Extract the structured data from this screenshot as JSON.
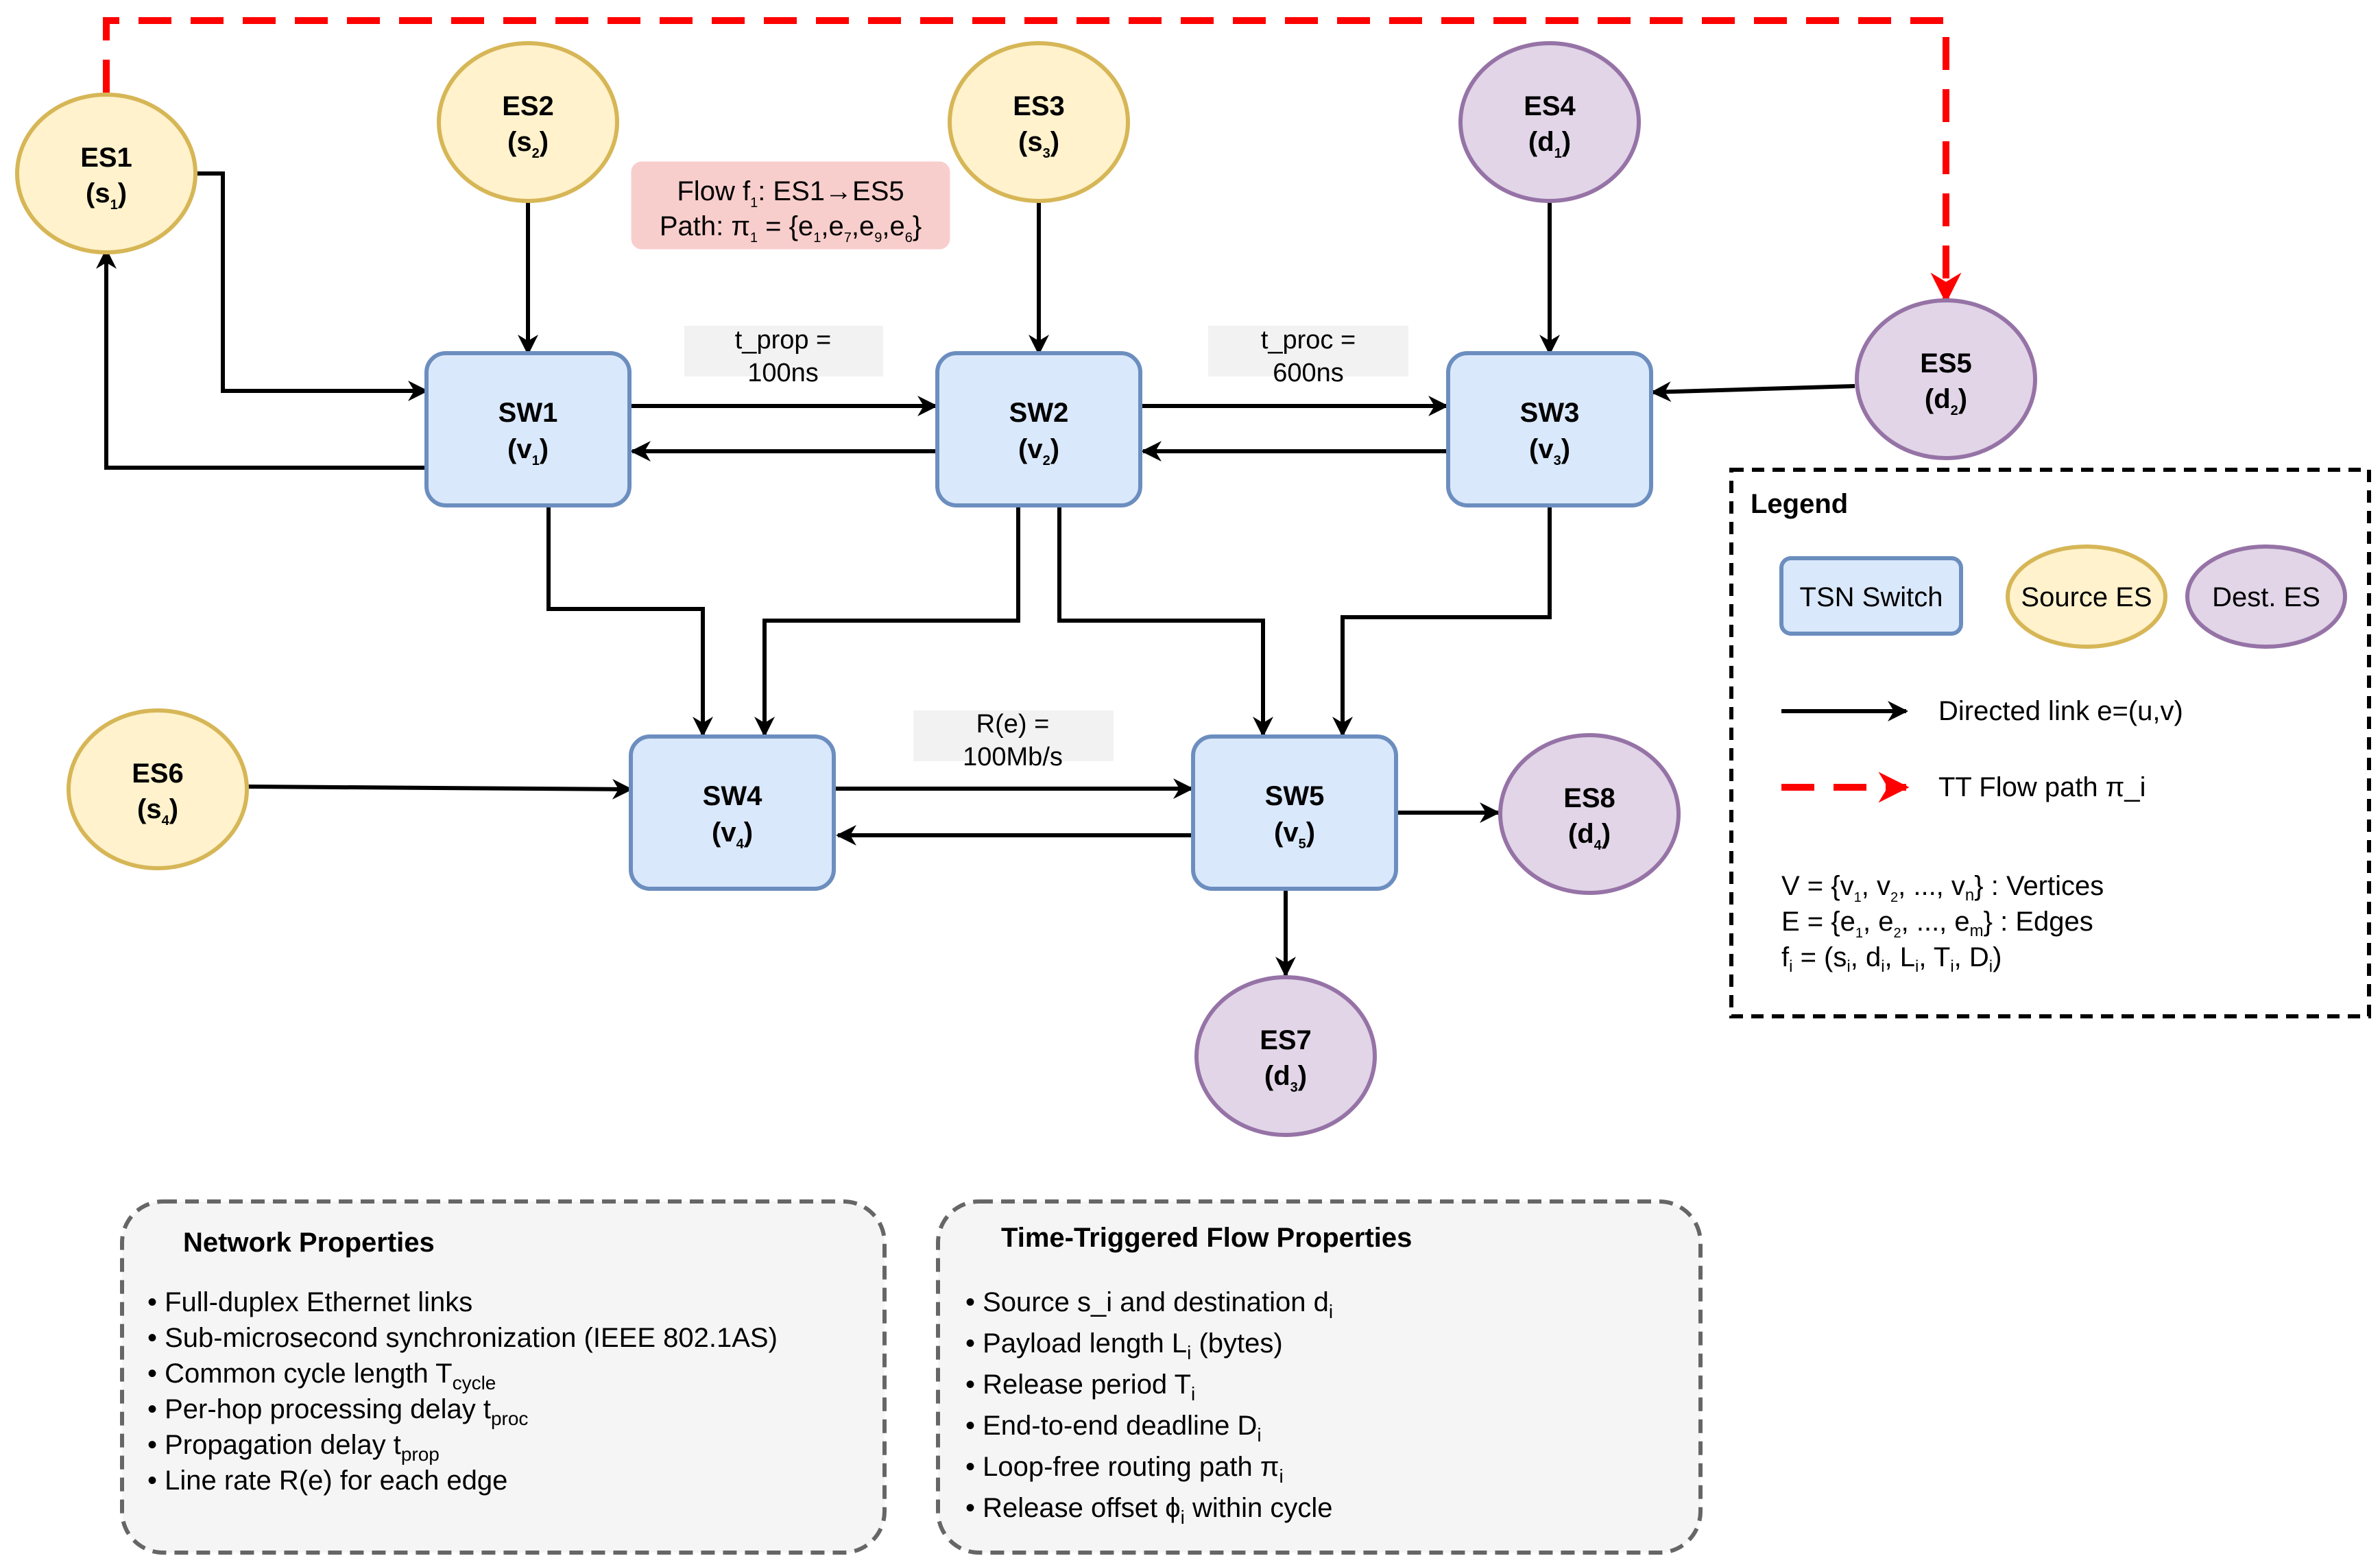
{
  "colors": {
    "switch_fill": "#dae8fc",
    "switch_stroke": "#6c8ebf",
    "source_fill": "#fff2cc",
    "source_stroke": "#d6b656",
    "dest_fill": "#e1d5e7",
    "dest_stroke": "#9673a6",
    "flow_path": "#ff0000",
    "flow_note_fill": "#f8cecc",
    "label_bg": "#f2f2f2",
    "panel_fill": "#f5f5f5",
    "panel_stroke": "#666666"
  },
  "nodes": {
    "es1": {
      "name": "ES1",
      "sym": "s",
      "sub": "1"
    },
    "es2": {
      "name": "ES2",
      "sym": "s",
      "sub": "2"
    },
    "es3": {
      "name": "ES3",
      "sym": "s",
      "sub": "3"
    },
    "es4": {
      "name": "ES4",
      "sym": "d",
      "sub": "1"
    },
    "es5": {
      "name": "ES5",
      "sym": "d",
      "sub": "2"
    },
    "es6": {
      "name": "ES6",
      "sym": "s",
      "sub": "4"
    },
    "es7": {
      "name": "ES7",
      "sym": "d",
      "sub": "3"
    },
    "es8": {
      "name": "ES8",
      "sym": "d",
      "sub": "4"
    },
    "sw1": {
      "name": "SW1",
      "sym": "v",
      "sub": "1"
    },
    "sw2": {
      "name": "SW2",
      "sym": "v",
      "sub": "2"
    },
    "sw3": {
      "name": "SW3",
      "sym": "v",
      "sub": "3"
    },
    "sw4": {
      "name": "SW4",
      "sym": "v",
      "sub": "4"
    },
    "sw5": {
      "name": "SW5",
      "sym": "v",
      "sub": "5"
    }
  },
  "edge_labels": {
    "t_prop_line1": "t_prop =",
    "t_prop_line2": "100ns",
    "t_proc_line1": "t_proc =",
    "t_proc_line2": "600ns",
    "rate_line1": "R(e) =",
    "rate_line2": "100Mb/s"
  },
  "flow_note": {
    "l1_pre": "Flow f",
    "l1_sub": "1",
    "l1_post": ": ES1→ES5",
    "l2_pre": "Path: π",
    "l2_sub1": "1",
    "l2_mid1": " = {e",
    "l2_sub2": "1",
    "l2_mid2": ",e",
    "l2_sub3": "7",
    "l2_mid3": ",e",
    "l2_sub4": "9",
    "l2_mid4": ",e",
    "l2_sub5": "6",
    "l2_post": "}"
  },
  "legend": {
    "title": "Legend",
    "switch": "TSN Switch",
    "source": "Source ES",
    "dest": "Dest. ES",
    "link": "Directed link e=(u,v)",
    "flow": "TT Flow path π_i",
    "v_pre": "V = {v",
    "v_s1": "1",
    "v_m1": ", v",
    "v_s2": "2",
    "v_m2": ", ..., v",
    "v_s3": "n",
    "v_post": "} : Vertices",
    "e_pre": "E = {e",
    "e_s1": "1",
    "e_m1": ", e",
    "e_s2": "2",
    "e_m2": ", ..., e",
    "e_s3": "m",
    "e_post": "} : Edges",
    "f_pre": "f",
    "f_s0": "i",
    "f_m0": " = (s",
    "f_s1": "i",
    "f_m1": ", d",
    "f_s2": "i",
    "f_m2": ", L",
    "f_s3": "i",
    "f_m3": ", T",
    "f_s4": "i",
    "f_m4": ", D",
    "f_s5": "i",
    "f_post": ")"
  },
  "network_properties": {
    "title": "Network Properties",
    "items": [
      {
        "pre": "• Full-duplex Ethernet links",
        "sub": ""
      },
      {
        "pre": "• Sub-microsecond synchronization (IEEE 802.1AS)",
        "sub": ""
      },
      {
        "pre": "• Common cycle length T",
        "sub": "cycle"
      },
      {
        "pre": "• Per-hop processing delay t",
        "sub": "proc"
      },
      {
        "pre": "• Propagation delay t",
        "sub": "prop"
      },
      {
        "pre": "• Line rate R(e) for each edge",
        "sub": ""
      }
    ]
  },
  "flow_properties": {
    "title": "Time-Triggered Flow Properties",
    "items": [
      {
        "pre": "• Source s_i and destination d",
        "sub": "i",
        "post": ""
      },
      {
        "pre": "• Payload length L",
        "sub": "i",
        "post": " (bytes)"
      },
      {
        "pre": "• Release period T",
        "sub": "i",
        "post": ""
      },
      {
        "pre": "• End-to-end deadline D",
        "sub": "i",
        "post": ""
      },
      {
        "pre": "• Loop-free routing path π",
        "sub": "i",
        "post": ""
      },
      {
        "pre": "• Release offset ϕ",
        "sub": "i",
        "post": " within cycle"
      }
    ]
  }
}
